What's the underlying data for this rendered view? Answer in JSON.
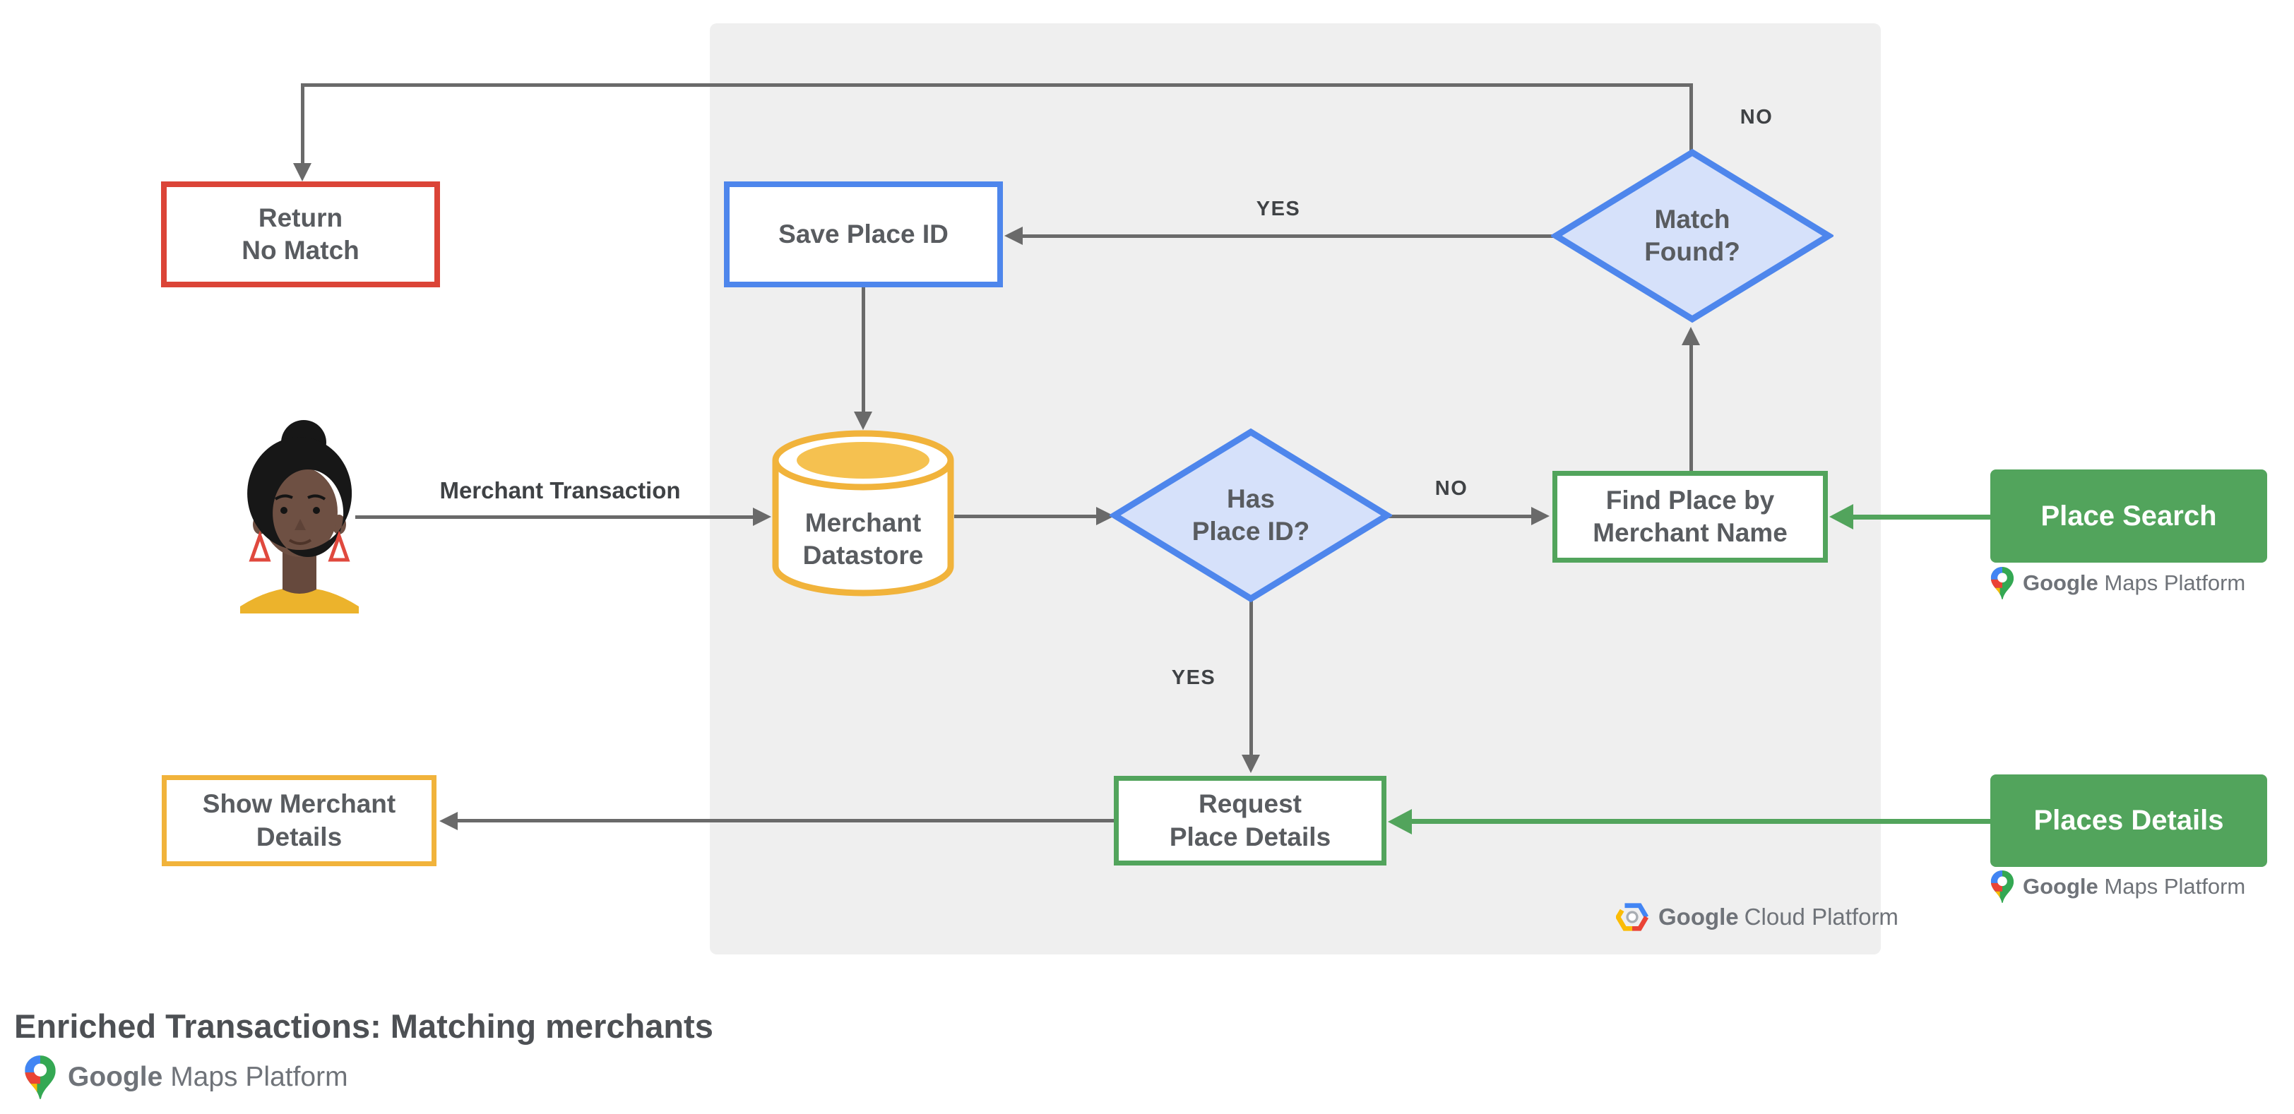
{
  "title": {
    "text": "Enriched Transactions: Matching merchants"
  },
  "brand": {
    "maps_platform": "Google Maps Platform",
    "cloud_google": "Google",
    "cloud_rest": "Cloud Platform"
  },
  "nodes": {
    "return_no_match": {
      "label": "Return\nNo Match",
      "accent": "#DB4437"
    },
    "save_place_id": {
      "label": "Save Place ID",
      "accent": "#4E86EC"
    },
    "match_found": {
      "label": "Match\nFound?",
      "accent": "#4E86EC"
    },
    "merchant_datastore": {
      "label": "Merchant\nDatastore",
      "accent": "#F1B33B"
    },
    "has_place_id": {
      "label": "Has\nPlace ID?",
      "accent": "#4E86EC"
    },
    "find_place_by_merchant_name": {
      "label": "Find Place by\nMerchant Name",
      "accent": "#52A45C"
    },
    "place_search": {
      "label": "Place Search",
      "accent": "#52A45C"
    },
    "request_place_details": {
      "label": "Request\nPlace Details",
      "accent": "#52A45C"
    },
    "places_details": {
      "label": "Places Details",
      "accent": "#52A45C"
    },
    "show_merchant_details": {
      "label": "Show Merchant\nDetails",
      "accent": "#F1B33B"
    }
  },
  "edges": {
    "match_no": "NO",
    "match_yes": "YES",
    "has_no": "NO",
    "has_yes": "YES",
    "merchant_transaction": "Merchant Transaction"
  },
  "colors": {
    "red": "#DB4437",
    "blue_border": "#4E86EC",
    "blue_fill": "#D6E1FA",
    "green": "#52A45C",
    "yellow": "#F1B33B",
    "yellow_fill": "#F5C150",
    "line": "#6A6A6A",
    "panel": "#EFEFEF",
    "node_text": "#595C60",
    "label_text": "#3F4245",
    "title_text": "#4D5054",
    "muted_text": "#6F7379"
  }
}
